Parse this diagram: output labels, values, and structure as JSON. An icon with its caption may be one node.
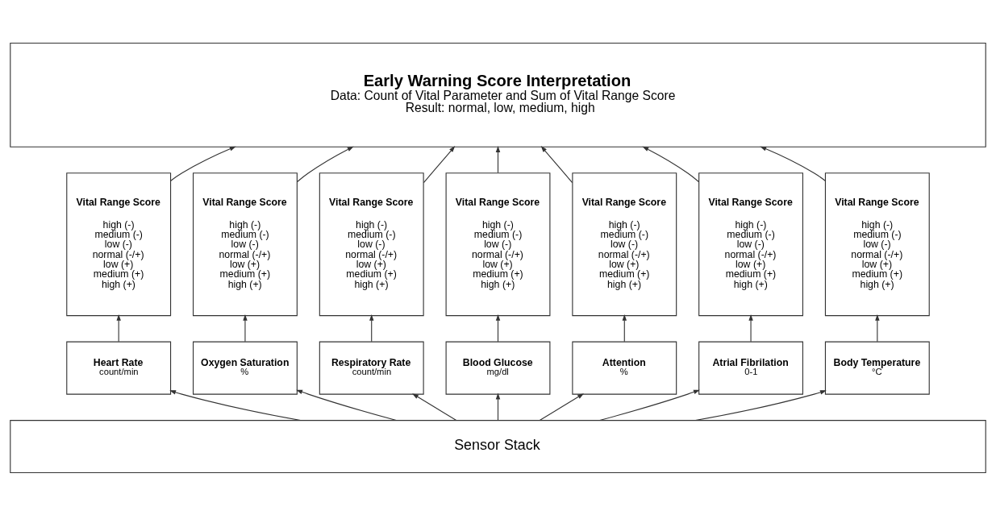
{
  "diagram": {
    "nodes": [
      {
        "text": [
          "Early Warning Score Interpretation",
          "Data: Count of Vital Parameter and Sum of Vital Range Score",
          "Result: normal, low, medium, high"
        ]
      },
      {
        "text": [
          "Vital Range Score",
          "high (-)",
          "medium (-)",
          "low (-)",
          "normal (-/+)",
          "low (+)",
          "medium (+)",
          "high (+)"
        ]
      },
      {
        "text": [
          "Vital Range Score",
          "high (-)",
          "medium (-)",
          "low (-)",
          "normal (-/+)",
          "low (+)",
          "medium (+)",
          "high (+)"
        ]
      },
      {
        "text": [
          "Vital Range Score",
          "high (-)",
          "medium (-)",
          "low (-)",
          "normal (-/+)",
          "low (+)",
          "medium (+)",
          "high (+)"
        ]
      },
      {
        "text": [
          "Vital Range Score",
          "high (-)",
          "medium (-)",
          "low (-)",
          "normal (-/+)",
          "low (+)",
          "medium (+)",
          "high (+)"
        ]
      },
      {
        "text": [
          "Vital Range Score",
          "high (-)",
          "medium (-)",
          "low (-)",
          "normal (-/+)",
          "low (+)",
          "medium (+)",
          "high (+)"
        ]
      },
      {
        "text": [
          "Vital Range Score",
          "high (-)",
          "medium (-)",
          "low (-)",
          "normal (-/+)",
          "low (+)",
          "medium (+)",
          "high (+)"
        ]
      },
      {
        "text": [
          "Vital Range Score",
          "high (-)",
          "medium (-)",
          "low (-)",
          "normal (-/+)",
          "low (+)",
          "medium (+)",
          "high (+)"
        ]
      },
      {
        "text": [
          "Heart Rate",
          "count/min"
        ]
      },
      {
        "text": [
          "Oxygen Saturation",
          "%"
        ]
      },
      {
        "text": [
          "Respiratory Rate",
          "count/min"
        ]
      },
      {
        "text": [
          "Blood Glucose",
          "mg/dl"
        ]
      },
      {
        "text": [
          "Attention",
          "%"
        ]
      },
      {
        "text": [
          "Atrial Fibrilation",
          "0-1"
        ]
      },
      {
        "text": [
          "Body Temperature",
          "°C"
        ]
      },
      {
        "text": [
          "Sensor Stack"
        ]
      }
    ],
    "edges": [
      {
        "from": 15,
        "to": 8,
        "arrow": "to"
      },
      {
        "from": 15,
        "to": 9,
        "arrow": "to"
      },
      {
        "from": 15,
        "to": 10,
        "arrow": "to"
      },
      {
        "from": 15,
        "to": 11,
        "arrow": "to"
      },
      {
        "from": 15,
        "to": 12,
        "arrow": "to"
      },
      {
        "from": 15,
        "to": 13,
        "arrow": "to"
      },
      {
        "from": 15,
        "to": 14,
        "arrow": "to"
      },
      {
        "from": 8,
        "to": 1,
        "arrow": "to"
      },
      {
        "from": 9,
        "to": 2,
        "arrow": "to"
      },
      {
        "from": 10,
        "to": 3,
        "arrow": "to"
      },
      {
        "from": 11,
        "to": 4,
        "arrow": "to"
      },
      {
        "from": 12,
        "to": 5,
        "arrow": "to"
      },
      {
        "from": 13,
        "to": 6,
        "arrow": "to"
      },
      {
        "from": 14,
        "to": 7,
        "arrow": "to"
      },
      {
        "from": 1,
        "to": 0,
        "arrow": "to"
      },
      {
        "from": 2,
        "to": 0,
        "arrow": "to"
      },
      {
        "from": 3,
        "to": 0,
        "arrow": "to"
      },
      {
        "from": 4,
        "to": 0,
        "arrow": "to"
      },
      {
        "from": 5,
        "to": 0,
        "arrow": "to"
      },
      {
        "from": 6,
        "to": 0,
        "arrow": "to"
      },
      {
        "from": 7,
        "to": 0,
        "arrow": "to"
      }
    ]
  }
}
